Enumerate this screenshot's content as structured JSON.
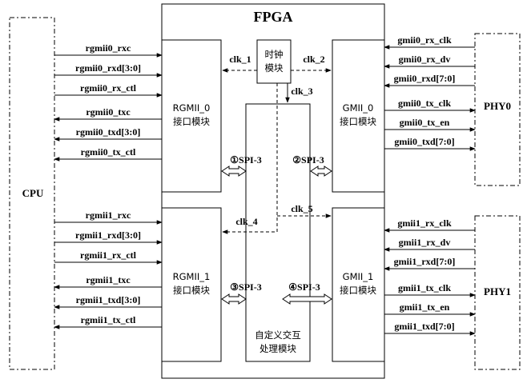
{
  "fpga": {
    "title": "FPGA"
  },
  "cpu": {
    "label": "CPU"
  },
  "phy0": {
    "label": "PHY0"
  },
  "phy1": {
    "label": "PHY1"
  },
  "blocks": {
    "rgmii0": [
      "RGMII_0",
      "接口模块"
    ],
    "rgmii1": [
      "RGMII_1",
      "接口模块"
    ],
    "gmii0": [
      "GMII_0",
      "接口模块"
    ],
    "gmii1": [
      "GMII_1",
      "接口模块"
    ],
    "clock": [
      "时钟",
      "模块"
    ],
    "custom": [
      "自定义交互",
      "处理模块"
    ]
  },
  "clocks": [
    "clk_1",
    "clk_2",
    "clk_3",
    "clk_4",
    "clk_5"
  ],
  "spi": [
    "①SPI-3",
    "②SPI-3",
    "③SPI-3",
    "④SPI-3"
  ],
  "cpu_signals_0": [
    {
      "name": "rgmii0_rxc",
      "dir": "right"
    },
    {
      "name": "rgmii0_rxd[3:0]",
      "dir": "right"
    },
    {
      "name": "rgmii0_rx_ctl",
      "dir": "right"
    },
    {
      "name": "rgmii0_txc",
      "dir": "left"
    },
    {
      "name": "rgmii0_txd[3:0]",
      "dir": "left"
    },
    {
      "name": "rgmii0_tx_ctl",
      "dir": "left"
    }
  ],
  "cpu_signals_1": [
    {
      "name": "rgmii1_rxc",
      "dir": "right"
    },
    {
      "name": "rgmii1_rxd[3:0]",
      "dir": "right"
    },
    {
      "name": "rgmii1_rx_ctl",
      "dir": "right"
    },
    {
      "name": "rgmii1_txc",
      "dir": "left"
    },
    {
      "name": "rgmii1_txd[3:0]",
      "dir": "left"
    },
    {
      "name": "rgmii1_tx_ctl",
      "dir": "left"
    }
  ],
  "phy_signals_0": [
    {
      "name": "gmii0_rx_clk",
      "dir": "left"
    },
    {
      "name": "gmii0_rx_dv",
      "dir": "left"
    },
    {
      "name": "gmii0_rxd[7:0]",
      "dir": "left"
    },
    {
      "name": "gmii0_tx_clk",
      "dir": "right"
    },
    {
      "name": "gmii0_tx_en",
      "dir": "right"
    },
    {
      "name": "gmii0_txd[7:0]",
      "dir": "right"
    }
  ],
  "phy_signals_1": [
    {
      "name": "gmii1_rx_clk",
      "dir": "left"
    },
    {
      "name": "gmii1_rx_dv",
      "dir": "left"
    },
    {
      "name": "gmii1_rxd[7:0]",
      "dir": "left"
    },
    {
      "name": "gmii1_tx_clk",
      "dir": "right"
    },
    {
      "name": "gmii1_tx_en",
      "dir": "right"
    },
    {
      "name": "gmii1_txd[7:0]",
      "dir": "right"
    }
  ]
}
